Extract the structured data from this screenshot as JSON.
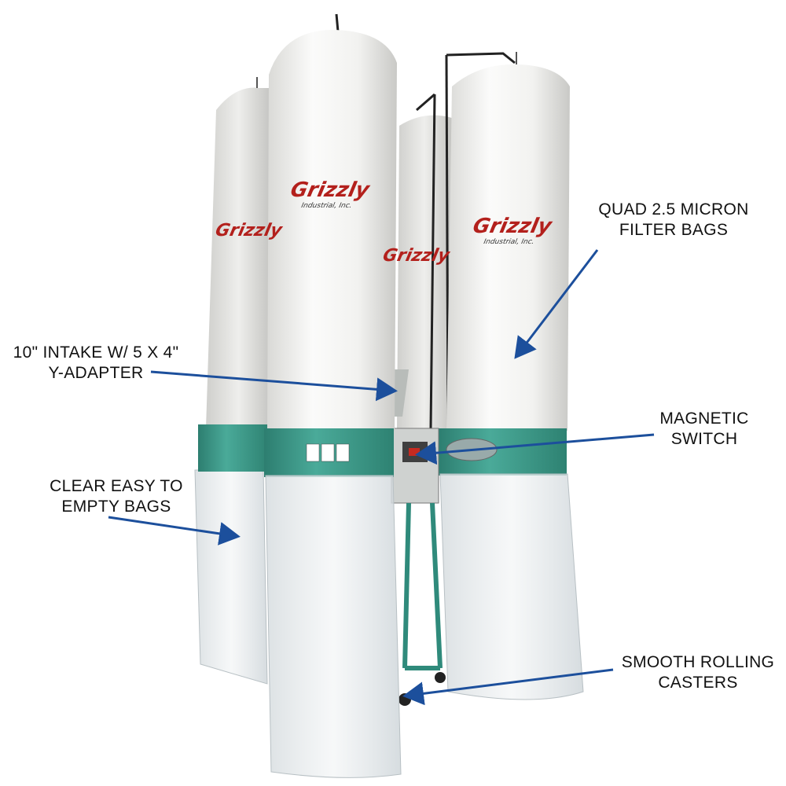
{
  "callouts": {
    "filter_bags": {
      "line1": "QUAD 2.5 MICRON",
      "line2": "FILTER BAGS"
    },
    "intake": {
      "line1": "10\" INTAKE W/ 5 X 4\"",
      "line2": "Y-ADAPTER"
    },
    "switch": {
      "line1": "MAGNETIC",
      "line2": "SWITCH"
    },
    "clear_bags": {
      "line1": "CLEAR EASY TO",
      "line2": "EMPTY BAGS"
    },
    "casters": {
      "line1": "SMOOTH ROLLING",
      "line2": "CASTERS"
    }
  },
  "brand": {
    "name": "Grizzly",
    "subtitle": "Industrial, Inc."
  },
  "colors": {
    "arrow": "#1c4f9c",
    "bag_white": "#f4f4f2",
    "collar_teal": "#3e9c8c",
    "brand_red": "#b3201c"
  }
}
